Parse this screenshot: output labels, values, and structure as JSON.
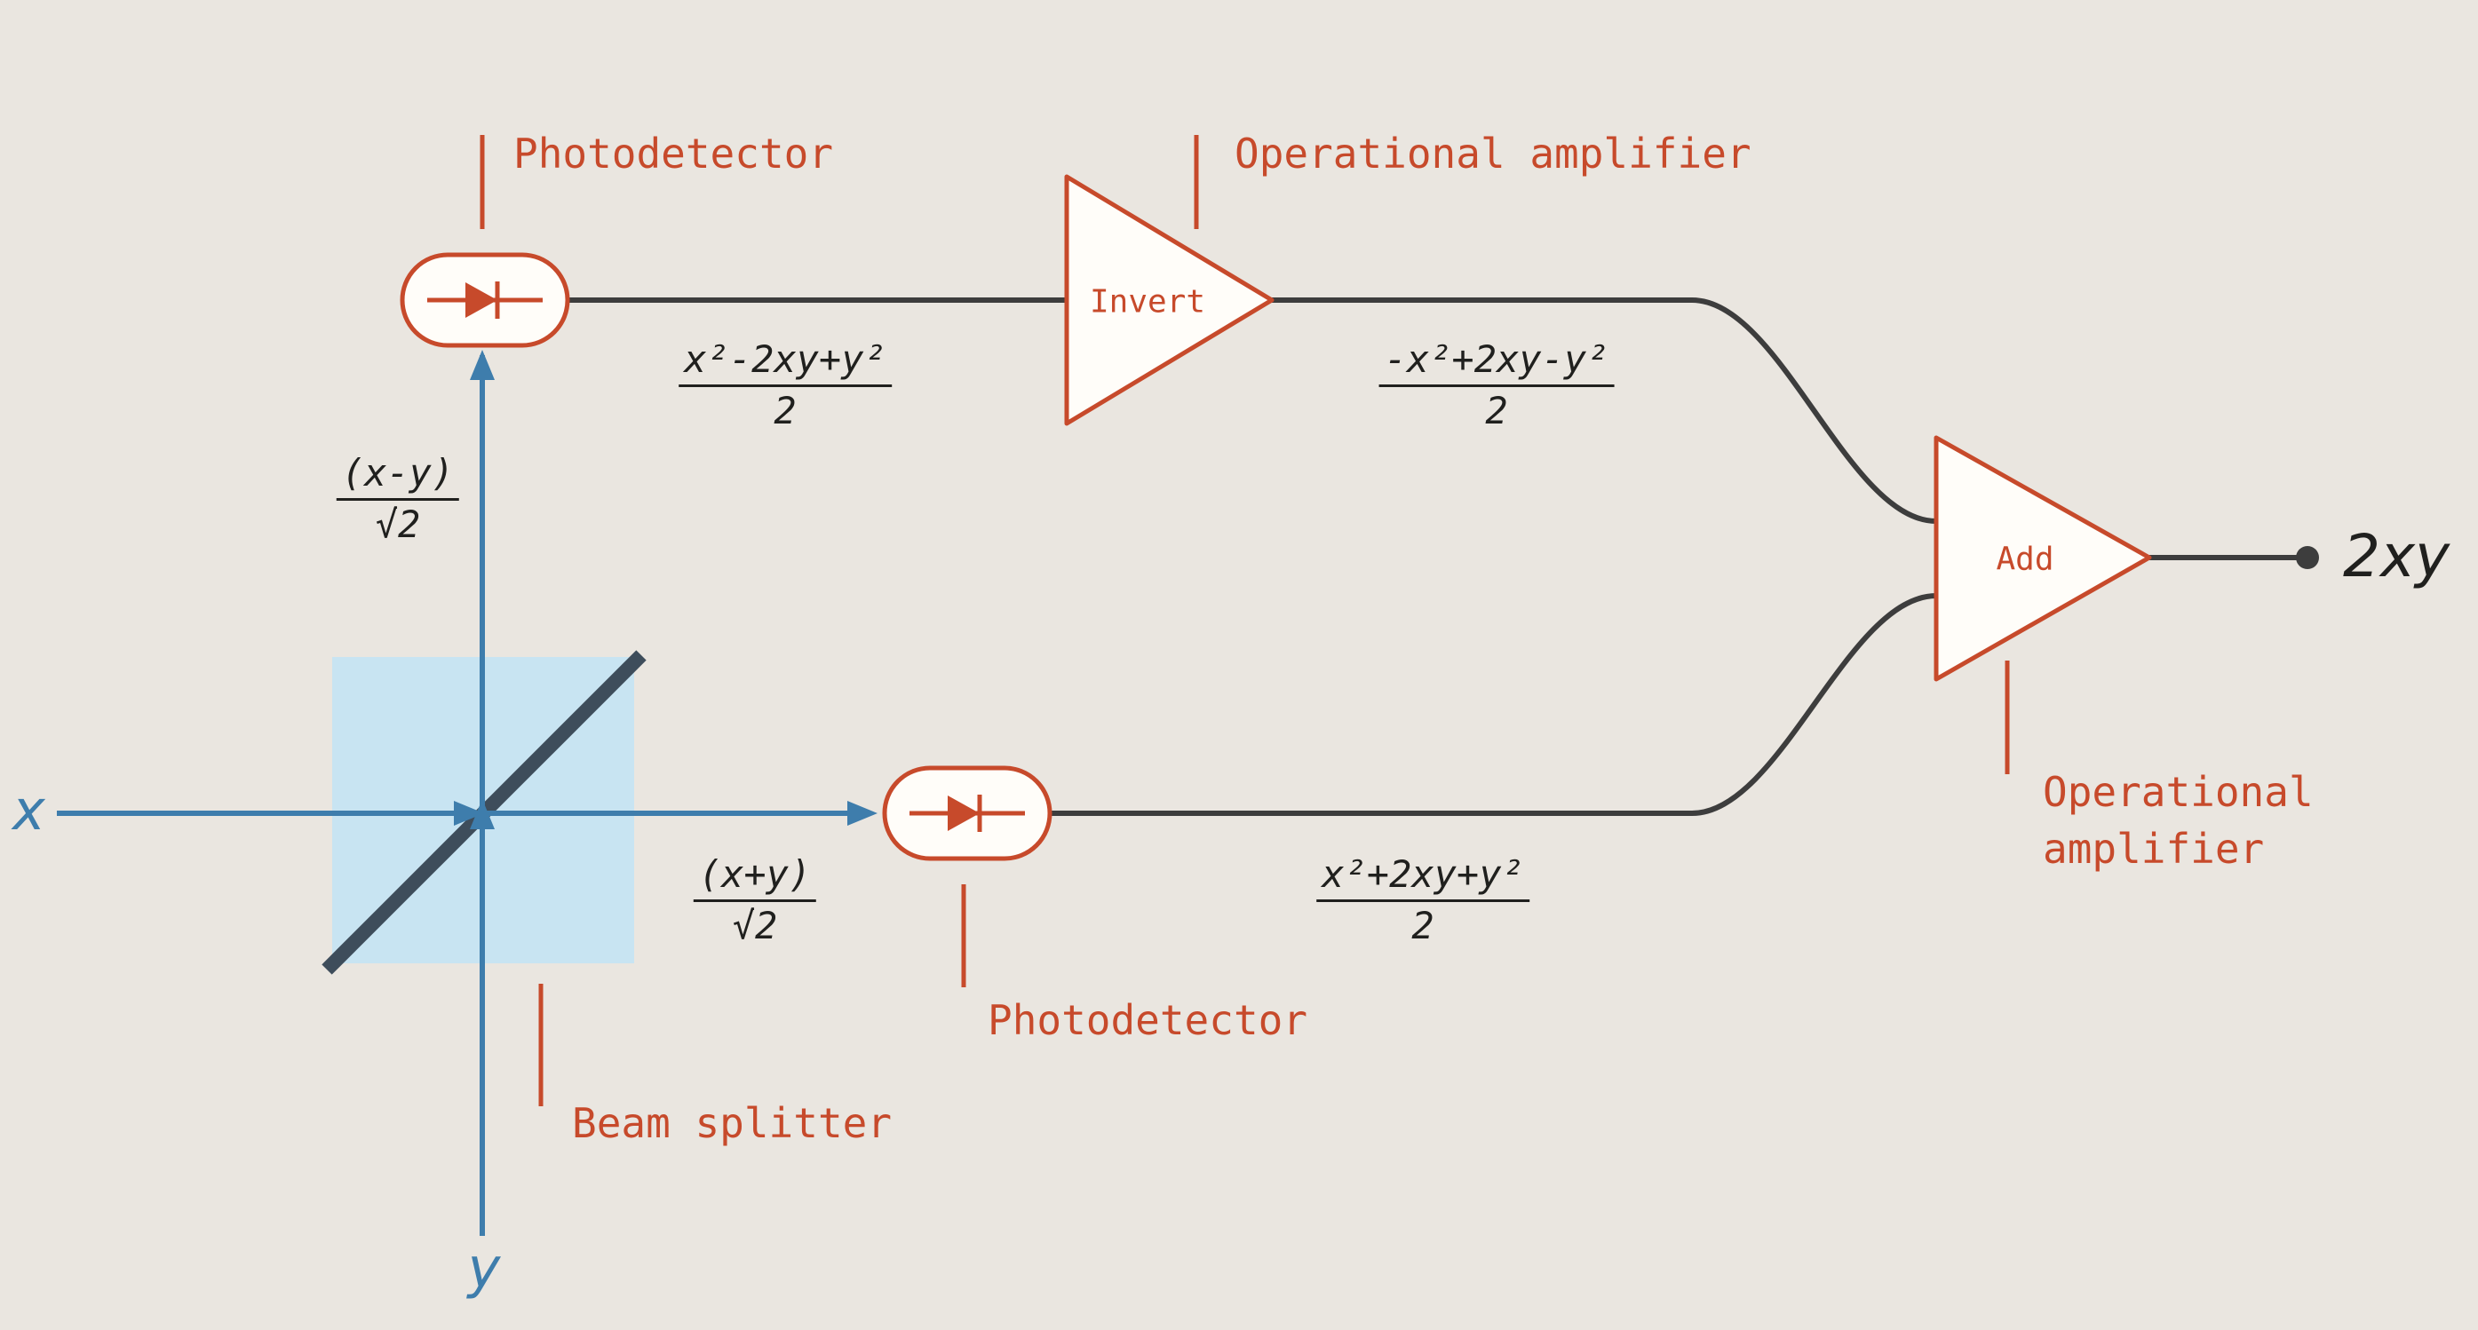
{
  "colors": {
    "background": "#eae6e0",
    "beam_blue": "#3e7dac",
    "splitter_fill": "#c8e4f2",
    "splitter_diagonal": "#3e4d5b",
    "annotation_red": "#c74a2b",
    "signal_dark": "#3d3d3d",
    "formula_ink": "#20201e",
    "component_fill": "#fffdf9"
  },
  "inputs": {
    "x_label": "x",
    "y_label": "y"
  },
  "beams": {
    "up_fraction": {
      "num": "(x-y)",
      "den": "√2"
    },
    "right_fraction": {
      "num": "(x+y)",
      "den": "√2"
    }
  },
  "components": {
    "beam_splitter_label": "Beam splitter",
    "photodetector_top_label": "Photodetector",
    "photodetector_bottom_label": "Photodetector",
    "op_amp_top_label": "Operational amplifier",
    "op_amp_right_line1": "Operational",
    "op_amp_right_line2": "amplifier",
    "invert_amp_label": "Invert",
    "add_amp_label": "Add"
  },
  "signals": {
    "top_before_invert": {
      "num": "x²-2xy+y²",
      "den": "2"
    },
    "top_after_invert": {
      "num": "-x²+2xy-y²",
      "den": "2"
    },
    "bottom": {
      "num": "x²+2xy+y²",
      "den": "2"
    }
  },
  "output": {
    "label": "2xy"
  }
}
